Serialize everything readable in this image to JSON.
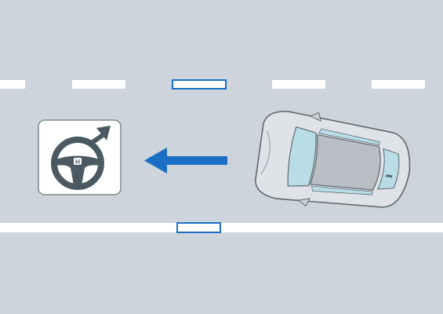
{
  "scene": {
    "road_color": "#cdd4db",
    "lane_marking_color": "#ffffff",
    "lane_marker_highlight_color": "#1a6fc4",
    "arrow_color": "#1a6fc4",
    "arrow_direction": "left"
  },
  "icon_panel": {
    "icon": "steering-wheel-icon",
    "steering_direction": "right",
    "background": "#ffffff",
    "icon_color": "#4b5a62"
  },
  "vehicle": {
    "icon": "car-top-view-icon",
    "heading": "left",
    "body_color": "#dfe2e6",
    "glass_color": "#b8dde6"
  }
}
